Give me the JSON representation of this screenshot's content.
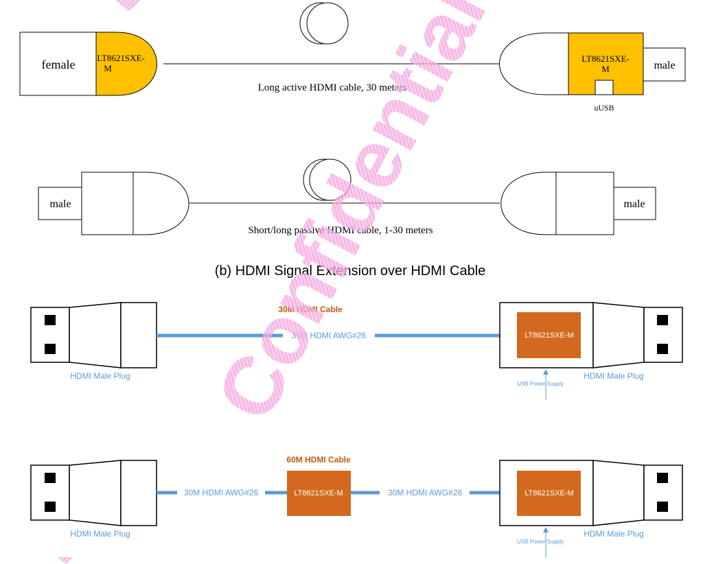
{
  "diagram_a": {
    "female_label": "female",
    "chip_label_line1": "LT8621SXE-",
    "chip_label_line2": "M",
    "right_chip_line1": "LT8621SXE-",
    "right_chip_line2": "M",
    "male_label": "male",
    "cable_caption": "Long active HDMI cable, 30 meters",
    "usb_label": "uUSB"
  },
  "diagram_b": {
    "male_left": "male",
    "male_right": "male",
    "cable_caption": "Short/long passive HDMI cable, 1-30 meters"
  },
  "section_title": "(b)  HDMI Signal Extension over HDMI Cable",
  "diagram_c": {
    "title": "30M HDMI Cable",
    "cable_label": "30M HDMI AWG#26",
    "chip_label": "LT8621SXE-M",
    "left_plug_label": "HDMI Male Plug",
    "right_plug_label": "HDMI Male Plug",
    "power_label": "USB Power Supply"
  },
  "diagram_d": {
    "title": "60M HDMI Cable",
    "cable_label_left": "30M HDMI AWG#26",
    "cable_label_right": "30M HDMI AWG#26",
    "mid_chip_label": "LT8621SXE-M",
    "right_chip_label": "LT8621SXE-M",
    "left_plug_label": "HDMI Male Plug",
    "right_plug_label": "HDMI Male Plug",
    "power_label": "USB Power Supply"
  },
  "watermark": "Confidential",
  "colors": {
    "chip_yellow": "#FFC000",
    "chip_orange": "#D2691E",
    "cable_blue": "#5B9BD5",
    "label_blue": "#5B9BD5",
    "title_orange": "#C55A11",
    "watermark_pink": "#F7A8E0"
  }
}
